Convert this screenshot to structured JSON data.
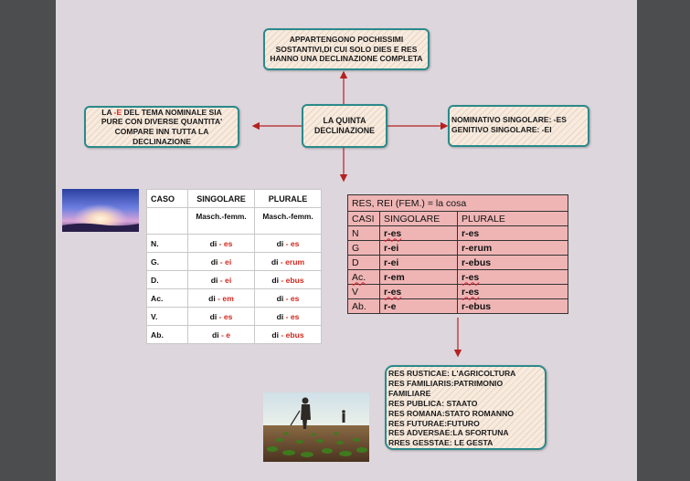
{
  "map": {
    "top_node": "APPARTENGONO POCHISSIMI SOSTANTIVI,DI CUI SOLO DIES E RES HANNO UNA DECLINAZIONE COMPLETA",
    "center_node": "LA QUINTA DECLINAZIONE",
    "left_node_prefix": "LA ",
    "left_node_highlight": "-E",
    "left_node_rest": " DEL TEMA NOMINALE SIA PURE CON DIVERSE QUANTITA' COMPARE INN TUTTA LA DECLINAZIONE",
    "right_node_line1": "NOMINATIVO SINGOLARE: -ES",
    "right_node_line2": "GENITIVO SINGOLARE: -EI"
  },
  "case_table": {
    "headers": [
      "CASO",
      "SINGOLARE",
      "PLURALE"
    ],
    "subheaders": [
      "",
      "Masch.-femm.",
      "Masch.-femm."
    ],
    "rows": [
      {
        "case": "N.",
        "sing_stem": "di",
        "sing_end": "- es",
        "plur_stem": "di",
        "plur_end": "- es"
      },
      {
        "case": "G.",
        "sing_stem": "di",
        "sing_end": "- ei",
        "plur_stem": "di",
        "plur_end": "- erum"
      },
      {
        "case": "D.",
        "sing_stem": "di",
        "sing_end": "- ei",
        "plur_stem": "di",
        "plur_end": "- ebus"
      },
      {
        "case": "Ac.",
        "sing_stem": "di",
        "sing_end": "- em",
        "plur_stem": "di",
        "plur_end": "- es"
      },
      {
        "case": "V.",
        "sing_stem": "di",
        "sing_end": "- es",
        "plur_stem": "di",
        "plur_end": "- es"
      },
      {
        "case": "Ab.",
        "sing_stem": "di",
        "sing_end": "- e",
        "plur_stem": "di",
        "plur_end": "- ebus"
      }
    ]
  },
  "res_table": {
    "title": "RES, REI  (FEM.) =  la cosa",
    "headers": [
      "CASI",
      "SINGOLARE",
      "PLURALE"
    ],
    "rows": [
      {
        "case": "N",
        "sing": "r-es",
        "plur": "r-es"
      },
      {
        "case": "G",
        "sing": "r-ei",
        "plur": "r-erum"
      },
      {
        "case": "D",
        "sing": "r-ei",
        "plur": "r-ebus"
      },
      {
        "case": "Ac.",
        "sing": "r-em",
        "plur": "r-es"
      },
      {
        "case": "V",
        "sing": "r-es",
        "plur": "r-es"
      },
      {
        "case": "Ab.",
        "sing": "r-e",
        "plur": "r-ebus"
      }
    ]
  },
  "res_list": [
    "RES RUSTICAE: L'AGRICOLTURA",
    "RES FAMILIARIS:PATRIMONIO FAMILIARE",
    "RES PUBLICA: STAATO",
    "RES ROMANA:STATO ROMANNO",
    "RES FUTURAE:FUTURO",
    "RES ADVERSAE:LA SFORTUNA",
    "RRES GESSTAE: LE GESTA"
  ],
  "colors": {
    "ending_red": "#d0281e",
    "arrow_red": "#b42222",
    "node_border": "#2a8a8a",
    "res_table_fill": "#efb5b5",
    "page": "#ddd6dc",
    "background": "#4b4d4f"
  }
}
